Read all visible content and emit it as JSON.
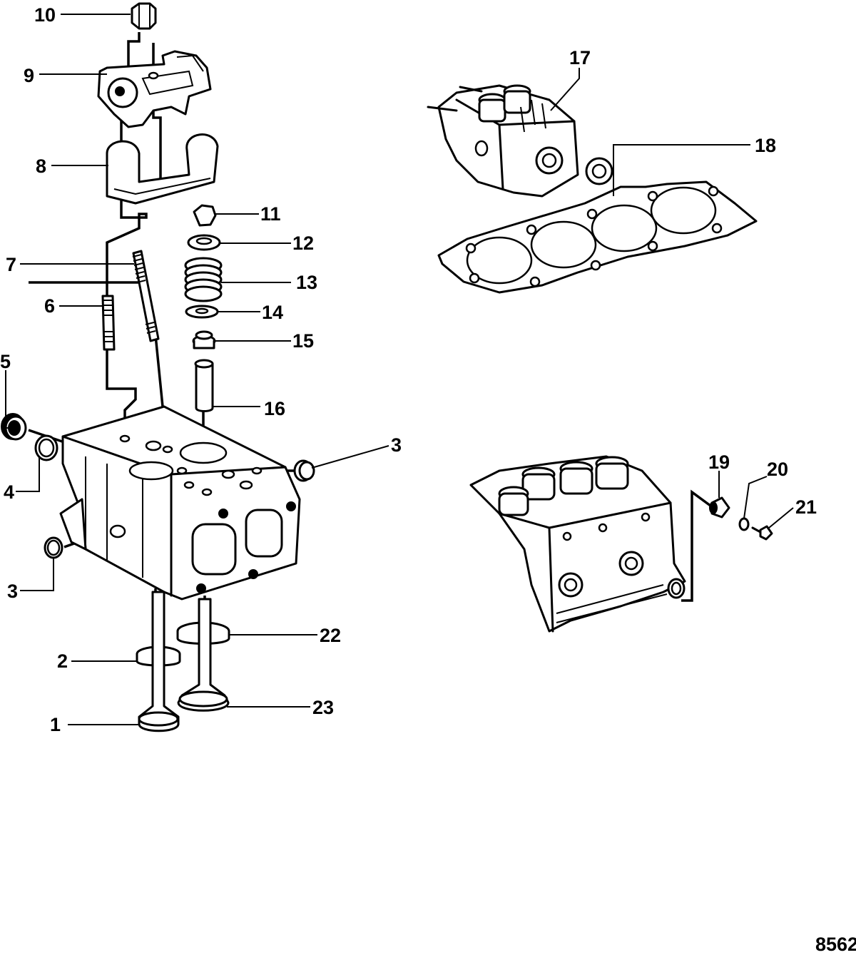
{
  "figure_number": "8562",
  "callouts": {
    "c1": "1",
    "c2": "2",
    "c3a": "3",
    "c3b": "3",
    "c4": "4",
    "c5": "5",
    "c6": "6",
    "c7": "7",
    "c8": "8",
    "c9": "9",
    "c10": "10",
    "c11": "11",
    "c12": "12",
    "c13": "13",
    "c14": "14",
    "c15": "15",
    "c16": "16",
    "c17": "17",
    "c18": "18",
    "c19": "19",
    "c20": "20",
    "c21": "21",
    "c22": "22",
    "c23": "23"
  }
}
